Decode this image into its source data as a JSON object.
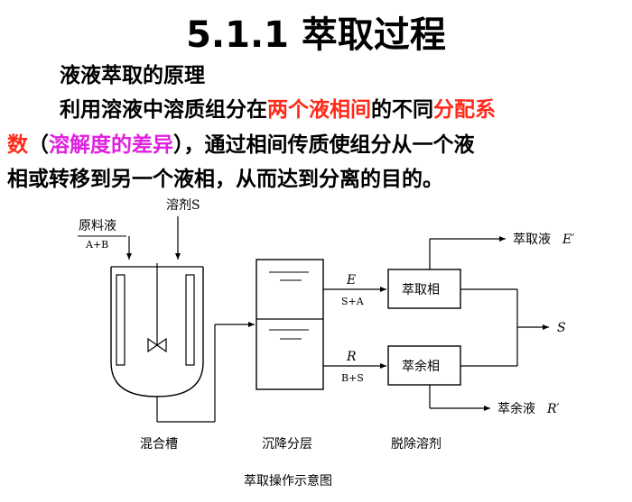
{
  "title": "5.1.1 萃取过程",
  "heading": "液液萃取的原理",
  "paragraph": {
    "p1": "利用溶液中溶质组分在",
    "p1_red": "两个液相间",
    "p1_tail": "的不同",
    "p1_red2": "分配系",
    "p2_red": "数",
    "p2_open": "（",
    "p2_mag": "溶解度的差异",
    "p2_close": "），通过相间传质使组分从一个液",
    "p3": "相或转移到另一个液相，从而达到分离的目的。"
  },
  "diagram": {
    "feed_label": "原料液",
    "feed_sub": "A+B",
    "solvent_label": "溶剂S",
    "mixer_label": "混合槽",
    "settler_label": "沉降分层",
    "removal_label": "脱除溶剂",
    "extract_phase": "萃取相",
    "raffinate_phase": "萃余相",
    "E": "E",
    "E_sub": "S+A",
    "R": "R",
    "R_sub": "B+S",
    "S_out": "S",
    "extract_liquid_cn": "萃取液",
    "extract_liquid_sym": "E′",
    "raffinate_liquid_cn": "萃余液",
    "raffinate_liquid_sym": "R′",
    "caption": "萃取操作示意图"
  },
  "colors": {
    "highlight_red": "#ff2a1a",
    "highlight_magenta": "#e020e0"
  }
}
